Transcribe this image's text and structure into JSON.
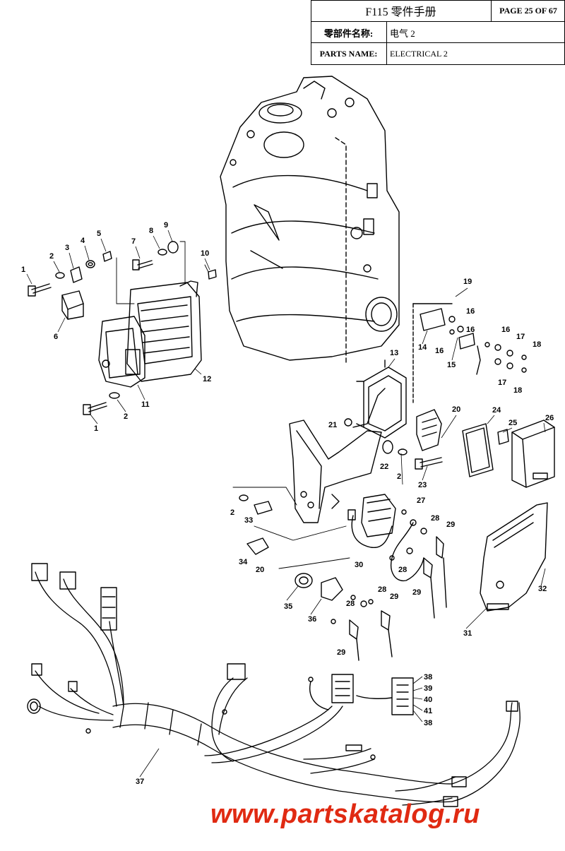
{
  "header": {
    "title": "F115 零件手册",
    "page": "PAGE 25 OF 67",
    "name_label_cn": "零部件名称:",
    "name_value_cn": "电气 2",
    "name_label_en": "PARTS NAME:",
    "name_value_en": "ELECTRICAL 2"
  },
  "callouts": [
    "1",
    "2",
    "3",
    "4",
    "5",
    "6",
    "7",
    "8",
    "9",
    "10",
    "11",
    "12",
    "1",
    "2",
    "13",
    "14",
    "15",
    "16",
    "16",
    "16",
    "16",
    "17",
    "17",
    "18",
    "18",
    "19",
    "20",
    "21",
    "22",
    "2",
    "23",
    "24",
    "25",
    "26",
    "2",
    "33",
    "27",
    "28",
    "29",
    "34",
    "20",
    "30",
    "28",
    "29",
    "32",
    "31",
    "35",
    "36",
    "28",
    "28",
    "29",
    "29",
    "37",
    "38",
    "39",
    "40",
    "41",
    "38"
  ],
  "watermark": "www.partskatalog.ru"
}
